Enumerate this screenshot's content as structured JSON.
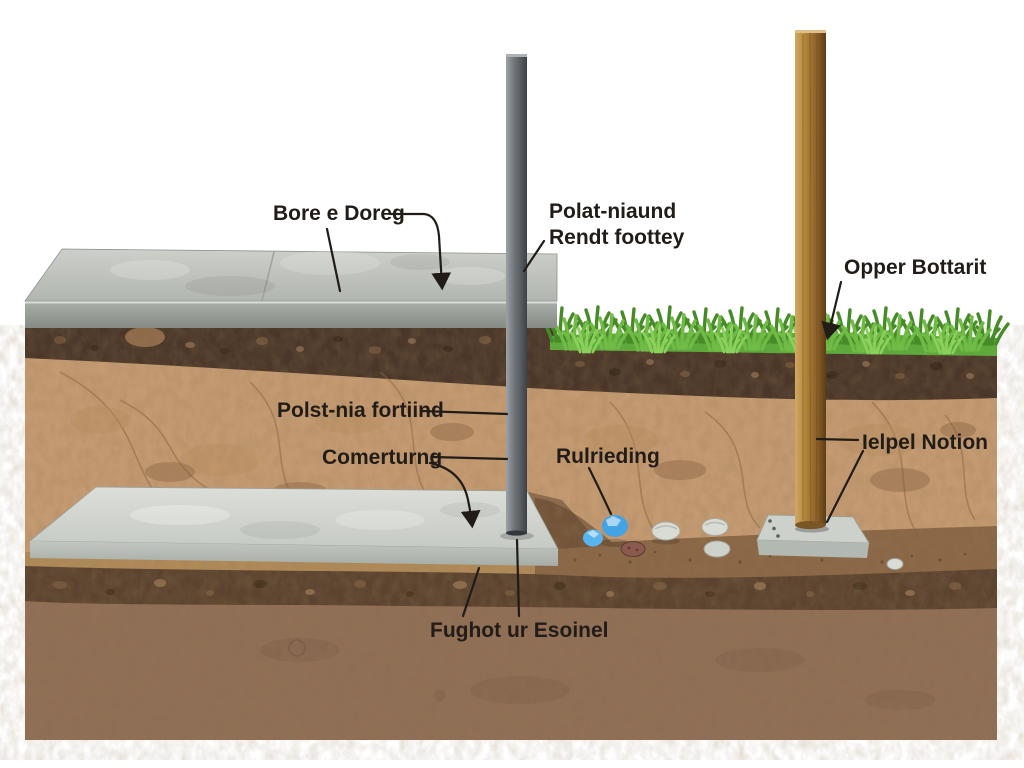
{
  "labels": {
    "slab_top": "Bore e Doreg",
    "post_line1": "Polat-niaund",
    "post_line2": "Rendt foottey",
    "wood_post": "Opper Bottarit",
    "footing_left": "Polst-nia fortiind",
    "concrete": "Comerturng",
    "gravel": "Rulrieding",
    "level": "Ielpel Notion",
    "footing_bottom": "Fughot ur Esoinel"
  },
  "colors": {
    "background": "#ffffff",
    "label_text": "#211c17",
    "leader_line": "#211c17",
    "grass_green": "#5ea83c",
    "grass_dark": "#478a28",
    "grass_light": "#6fbb45",
    "topsoil_dark": "#4b3729",
    "subsoil_tan": "#c49a71",
    "trench_brown": "#8a6746",
    "sand_tan": "#b08a58",
    "gravel_dark": "#5b432f",
    "deep_soil": "#8f6e55",
    "concrete_top": "#c5c8c2",
    "concrete_front": "#9aa09c",
    "footing_top": "#d7dad4",
    "footing_front": "#bcc1bb",
    "pad_top": "#ccd1cb",
    "steel_gray": "#6e7377",
    "wood_brown": "#a97c38",
    "stone_blue": "#44a3e4",
    "stone_white": "#d9dbd5"
  }
}
